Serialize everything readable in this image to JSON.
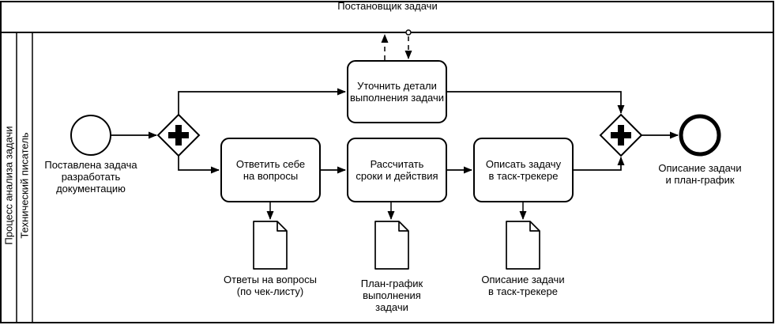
{
  "diagram_type": "bpmn-process-diagram",
  "colors": {
    "stroke": "#000000",
    "shape_fill": "#ffffff",
    "text": "#000000",
    "background": "#ffffff"
  },
  "pools": {
    "customer": {
      "label": "Постановщик задачи"
    },
    "process": {
      "label": "Процесс анализа задачи",
      "lane": "Технический писатель"
    }
  },
  "nodes": {
    "start_event": {
      "type": "start-event",
      "label": "Поставлена задача\nразработать\nдокументацию"
    },
    "gateway_split": {
      "type": "parallel-gateway",
      "icon": "plus-icon"
    },
    "task_clarify": {
      "type": "task",
      "label": "Уточнить детали\nвыполнения задачи"
    },
    "task_answer": {
      "type": "task",
      "label": "Ответить себе\nна вопросы"
    },
    "task_calculate": {
      "type": "task",
      "label": "Рассчитать\nсроки и действия"
    },
    "task_describe": {
      "type": "task",
      "label": "Описать задачу\nв таск-трекере"
    },
    "gateway_join": {
      "type": "parallel-gateway",
      "icon": "plus-icon"
    },
    "end_event": {
      "type": "end-event",
      "label": "Описание задачи\nи план-график"
    },
    "doc_answers": {
      "type": "document",
      "label": "Ответы на вопросы\n(по чек-листу)"
    },
    "doc_plan": {
      "type": "document",
      "label": "План-график\nвыполнения\nзадачи"
    },
    "doc_description": {
      "type": "document",
      "label": "Описание задачи\nв таск-трекере"
    }
  }
}
